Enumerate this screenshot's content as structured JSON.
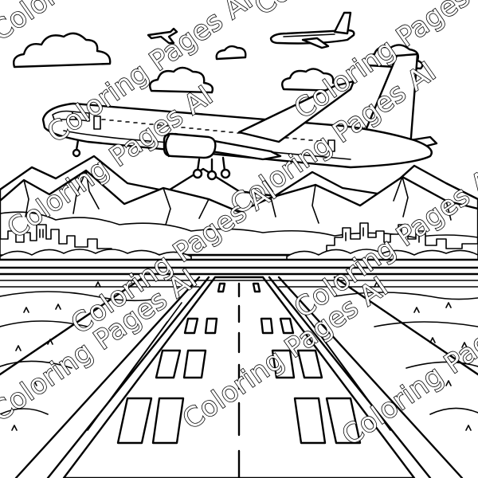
{
  "image": {
    "subject": "coloring-page-airplane-takeoff",
    "style": "black-and-white line art"
  },
  "watermark": {
    "text": "Coloring Pages AI",
    "color": "#000000"
  },
  "colors": {
    "ink": "#000000",
    "paper": "#ffffff"
  }
}
